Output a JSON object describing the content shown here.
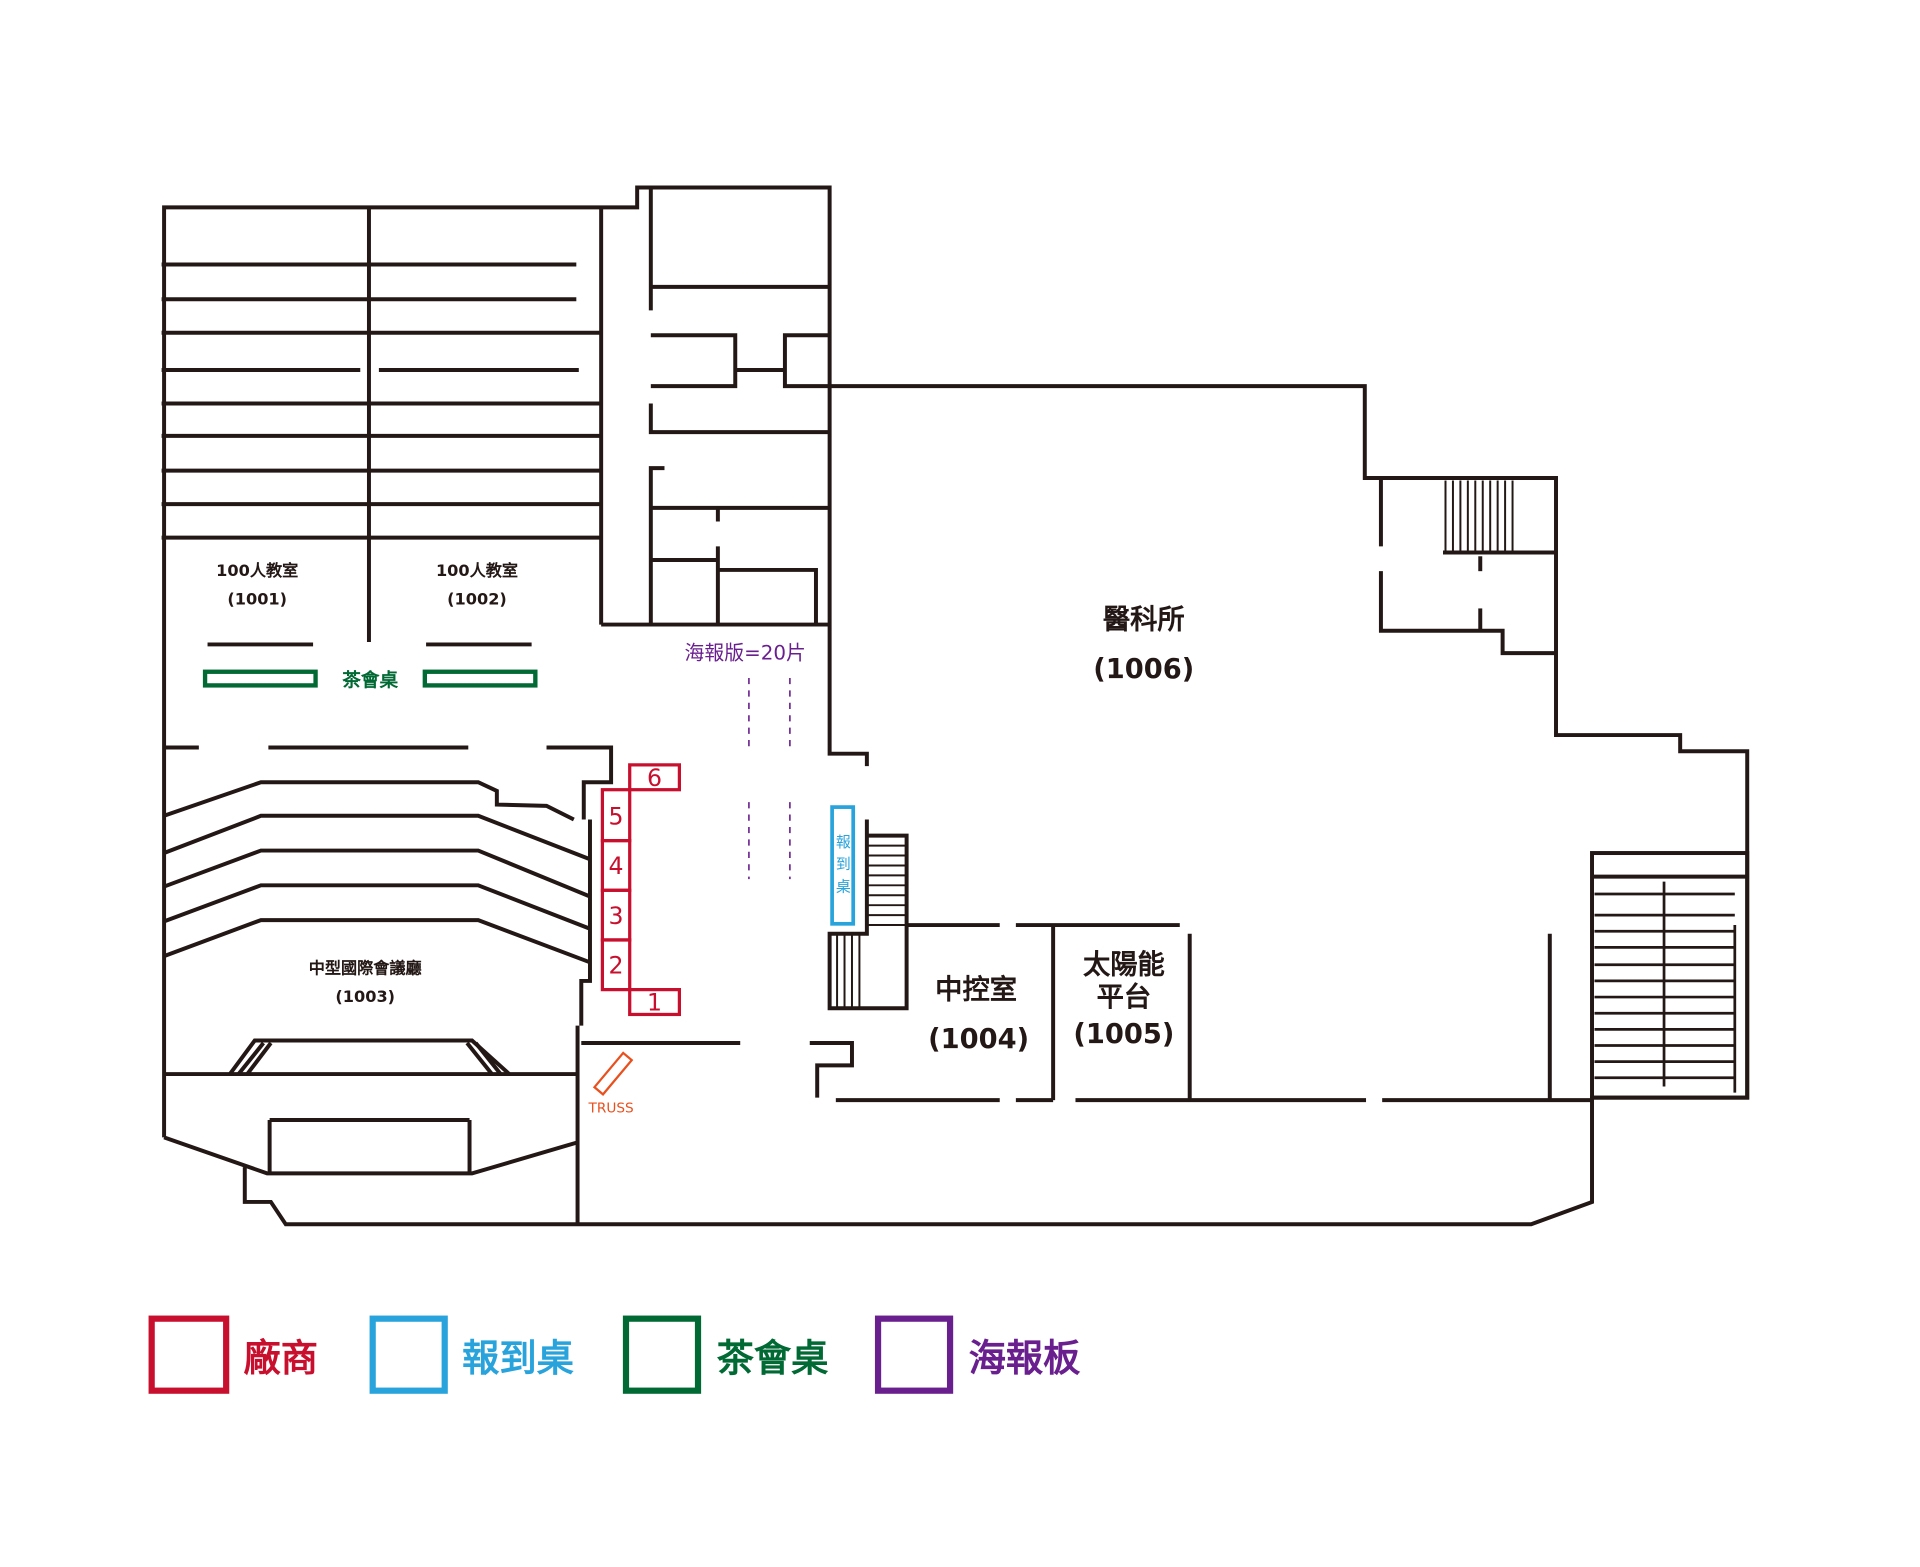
{
  "rooms": {
    "r1001": {
      "name": "100人教室",
      "code": "(1001)"
    },
    "r1002": {
      "name": "100人教室",
      "code": "(1002)"
    },
    "r1003": {
      "name": "中型國際會議廳",
      "code": "(1003)"
    },
    "r1004": {
      "name": "中控室",
      "code": "(1004)"
    },
    "r1005": {
      "name_line1": "太陽能",
      "name_line2": "平台",
      "code": "(1005)"
    },
    "r1006": {
      "name": "醫科所",
      "code": "(1006)"
    }
  },
  "annotations": {
    "tea_table": "茶會桌",
    "poster_count": "海報版=20片",
    "reg_desk": [
      "報",
      "到",
      "桌"
    ],
    "truss": "TRUSS"
  },
  "vendor_booths": [
    "6",
    "5",
    "4",
    "3",
    "2",
    "1"
  ],
  "legend": [
    {
      "label": "廠商",
      "color": "#c8102e"
    },
    {
      "label": "報到桌",
      "color": "#29a3dc"
    },
    {
      "label": "茶會桌",
      "color": "#006934"
    },
    {
      "label": "海報板",
      "color": "#6a1f8f"
    }
  ],
  "colors": {
    "wall": "#231815",
    "truss": "#e8501e"
  }
}
